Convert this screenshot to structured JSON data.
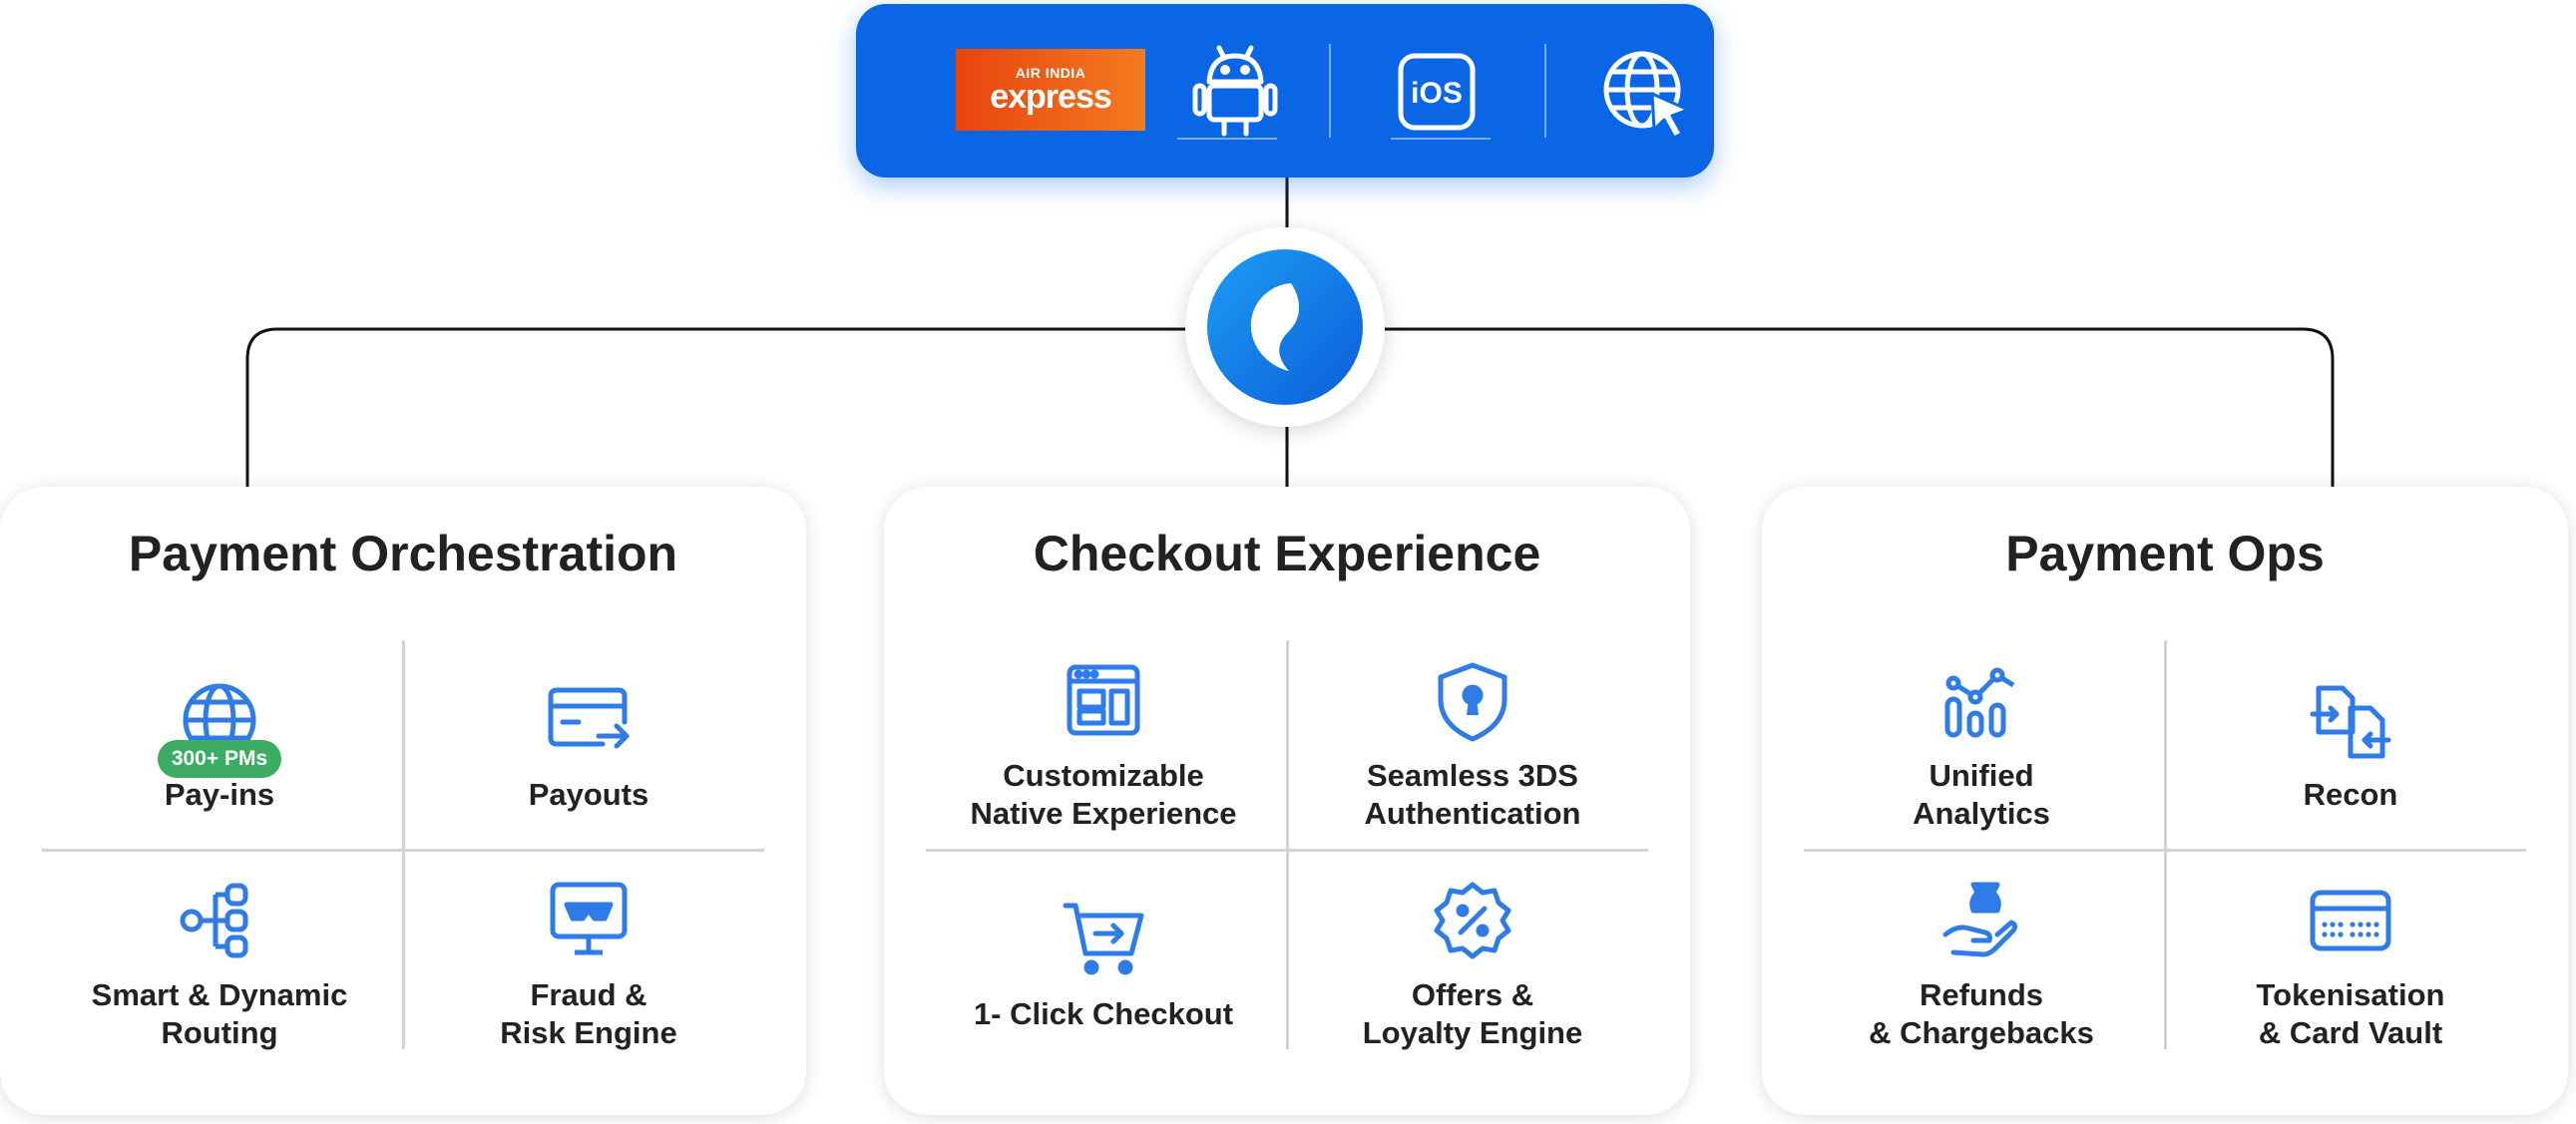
{
  "platform_bar": {
    "brand": {
      "line1": "AIR INDIA",
      "line2": "express"
    },
    "platforms": [
      {
        "icon": "android-icon"
      },
      {
        "icon": "ios-icon",
        "label": "iOS"
      },
      {
        "icon": "web-globe-cursor-icon"
      }
    ]
  },
  "hub": {
    "icon": "juspay-logo-icon"
  },
  "colors": {
    "bar": "#0a66e4",
    "icon": "#2f7be8",
    "badge": "#3cac63",
    "divider": "#d3d3d3",
    "connector": "#111111"
  },
  "cards": [
    {
      "title": "Payment Orchestration",
      "items": [
        {
          "label": "Pay-ins",
          "icon": "globe-icon",
          "badge": "300+ PMs"
        },
        {
          "label": "Payouts",
          "icon": "card-arrow-icon"
        },
        {
          "label": "Smart & Dynamic\nRouting",
          "icon": "routing-tree-icon"
        },
        {
          "label": "Fraud &\nRisk Engine",
          "icon": "fraud-monitor-icon"
        }
      ]
    },
    {
      "title": "Checkout Experience",
      "items": [
        {
          "label": "Customizable\nNative Experience",
          "icon": "browser-layout-icon"
        },
        {
          "label": "Seamless 3DS\nAuthentication",
          "icon": "shield-lock-icon"
        },
        {
          "label": "1- Click Checkout",
          "icon": "cart-arrow-icon"
        },
        {
          "label": "Offers &\nLoyalty Engine",
          "icon": "discount-badge-icon"
        }
      ]
    },
    {
      "title": "Payment Ops",
      "items": [
        {
          "label": "Unified\nAnalytics",
          "icon": "analytics-icon"
        },
        {
          "label": "Recon",
          "icon": "reconcile-docs-icon"
        },
        {
          "label": "Refunds\n& Chargebacks",
          "icon": "refund-hand-icon"
        },
        {
          "label": "Tokenisation\n& Card Vault",
          "icon": "card-vault-icon"
        }
      ]
    }
  ]
}
